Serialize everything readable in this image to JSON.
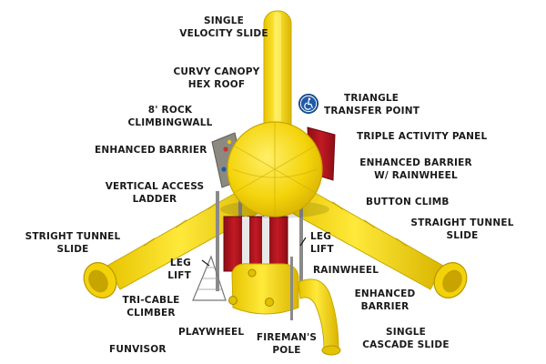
{
  "labels": {
    "single_velocity_slide": {
      "line1": "SINGLE",
      "line2": "VELOCITY SLIDE"
    },
    "curvy_canopy": {
      "line1": "CURVY CANOPY",
      "line2": "HEX ROOF"
    },
    "rock_climbing_wall": {
      "line1": "8' ROCK",
      "line2": "CLIMBINGWALL"
    },
    "triangle_transfer": {
      "line1": "TRIANGLE",
      "line2": "TRANSFER POINT"
    },
    "enhanced_barrier_left": {
      "line1": "ENHANCED BARRIER"
    },
    "triple_activity_panel": {
      "line1": "TRIPLE ACTIVITY PANEL"
    },
    "enhanced_barrier_rainwheel": {
      "line1": "ENHANCED BARRIER",
      "line2": "W/ RAINWHEEL"
    },
    "vertical_access_ladder": {
      "line1": "VERTICAL ACCESS",
      "line2": "LADDER"
    },
    "button_climb": {
      "line1": "BUTTON CLIMB"
    },
    "straight_tunnel_left": {
      "line1": "STRIGHT TUNNEL",
      "line2": "SLIDE"
    },
    "straight_tunnel_right": {
      "line1": "STRAIGHT TUNNEL",
      "line2": "SLIDE"
    },
    "leg_lift_right": {
      "line1": "LEG",
      "line2": "LIFT"
    },
    "leg_lift_left": {
      "line1": "LEG",
      "line2": "LIFT"
    },
    "rainwheel": {
      "line1": "RAINWHEEL"
    },
    "tri_cable_climber": {
      "line1": "TRI-CABLE",
      "line2": "CLIMBER"
    },
    "enhanced_barrier_bottom": {
      "line1": "ENHANCED",
      "line2": "BARRIER"
    },
    "playwheel": {
      "line1": "PLAYWHEEL"
    },
    "firemans_pole": {
      "line1": "FIREMAN'S",
      "line2": "POLE"
    },
    "single_cascade_slide": {
      "line1": "SINGLE",
      "line2": "CASCADE SLIDE"
    },
    "funvisor": {
      "line1": "FUNVISOR"
    }
  },
  "colors": {
    "slide_yellow": "#f5d90a",
    "slide_shadow": "#d8b800",
    "panel_red": "#b3131d",
    "post_gray": "#9a9a9a",
    "ada_blue": "#1f5aa6"
  },
  "icons": {
    "ada": "wheelchair-accessibility-icon"
  }
}
